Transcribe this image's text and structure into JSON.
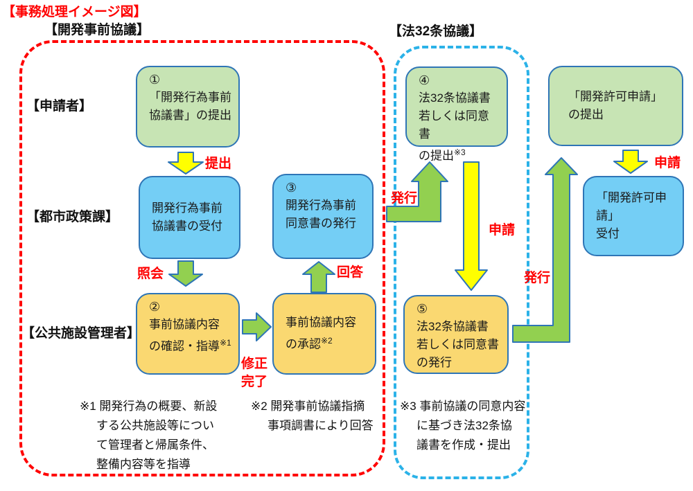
{
  "page": {
    "title": "【事務処理イメージ図】"
  },
  "sections": {
    "pre_consultation": {
      "label": "【開発事前協議】"
    },
    "article32": {
      "label": "【法32条協議】"
    }
  },
  "actors": {
    "applicant": "【申請者】",
    "urban_policy_division": "【都市政策課】",
    "public_facility_manager": "【公共施設管理者】"
  },
  "boxes": {
    "b1": {
      "num": "①",
      "text": "「開発行為事前\n協議書」の提出"
    },
    "reception": {
      "text": "開発行為事前\n協議書の受付"
    },
    "b3": {
      "num": "③",
      "text": "開発行為事前\n同意書の発行"
    },
    "b2": {
      "num": "②",
      "text": "事前協議内容\nの確認・指導",
      "sup": "※1"
    },
    "approval": {
      "text": "事前協議内容\nの承認",
      "sup": "※2"
    },
    "b4": {
      "num": "④",
      "text": "法32条協議書\n若しくは同意書\nの提出",
      "sup": "※3"
    },
    "b5": {
      "num": "⑤",
      "text": "法32条協議書\n若しくは同意書\nの発行"
    },
    "permit_submit": {
      "text": "「開発許可申請」\nの提出"
    },
    "permit_reception": {
      "text": "「開発許可申請」\n受付"
    }
  },
  "arrow_labels": {
    "submit": "提出",
    "inquiry": "照会",
    "revision_done": "修正\n完了",
    "reply": "回答",
    "issue1": "発行",
    "apply1": "申請",
    "issue2": "発行",
    "apply2": "申請"
  },
  "footnotes": {
    "f1": "※1 開発行為の概要、新設\nする公共施設等につい\nて管理者と帰属条件、\n整備内容等を指導",
    "f2": "※2 開発事前協議指摘\n事項調書により回答",
    "f3": "※3 事前協議の同意内容\nに基づき法32条協\n議書を作成・提出"
  },
  "colors": {
    "red_text": "#ff0000",
    "box_border": "#2e75b6",
    "green_fill": "#c7e4b4",
    "blue_fill": "#74cef5",
    "orange_fill": "#fad871",
    "arrow_green": "#92d050",
    "arrow_yellow": "#ffff00",
    "dashed_red": "#ff0000",
    "dashed_blue": "#2bb2e8"
  }
}
